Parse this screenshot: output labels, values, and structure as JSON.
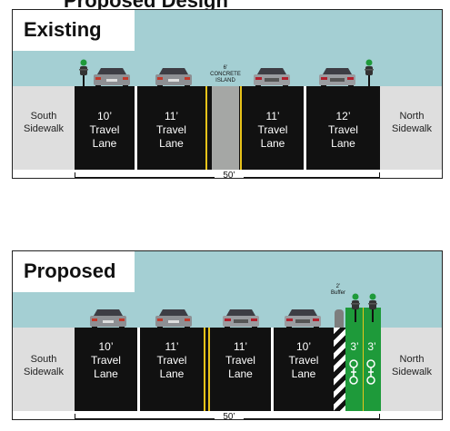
{
  "header_partial": "Proposed Design",
  "existing": {
    "label": "Existing",
    "south_sidewalk": [
      "South",
      "Sidewalk"
    ],
    "north_sidewalk": [
      "North",
      "Sidewalk"
    ],
    "lanes": [
      {
        "width": "10’",
        "name": [
          "Travel",
          "Lane"
        ]
      },
      {
        "width": "11’",
        "name": [
          "Travel",
          "Lane"
        ]
      },
      {
        "width": "11’",
        "name": [
          "Travel",
          "Lane"
        ]
      },
      {
        "width": "12’",
        "name": [
          "Travel",
          "Lane"
        ]
      }
    ],
    "island": [
      "6’",
      "CONCRETE",
      "ISLAND"
    ],
    "total_width": "50’"
  },
  "proposed": {
    "label": "Proposed",
    "south_sidewalk": [
      "South",
      "Sidewalk"
    ],
    "north_sidewalk": [
      "North",
      "Sidewalk"
    ],
    "lanes": [
      {
        "width": "10’",
        "name": [
          "Travel",
          "Lane"
        ]
      },
      {
        "width": "11’",
        "name": [
          "Travel",
          "Lane"
        ]
      },
      {
        "width": "11’",
        "name": [
          "Travel",
          "Lane"
        ]
      },
      {
        "width": "10’",
        "name": [
          "Travel",
          "Lane"
        ]
      }
    ],
    "buffer": [
      "2’",
      "Buffer"
    ],
    "bike_lanes": [
      "3’",
      "3’"
    ],
    "total_width": "50’"
  },
  "colors": {
    "sky": "#a4cfd3",
    "road": "#111111",
    "sidewalk": "#dedede",
    "centerline": "#e8c31a",
    "bike_lane": "#1e9a3a",
    "island": "#a5a7a5"
  }
}
